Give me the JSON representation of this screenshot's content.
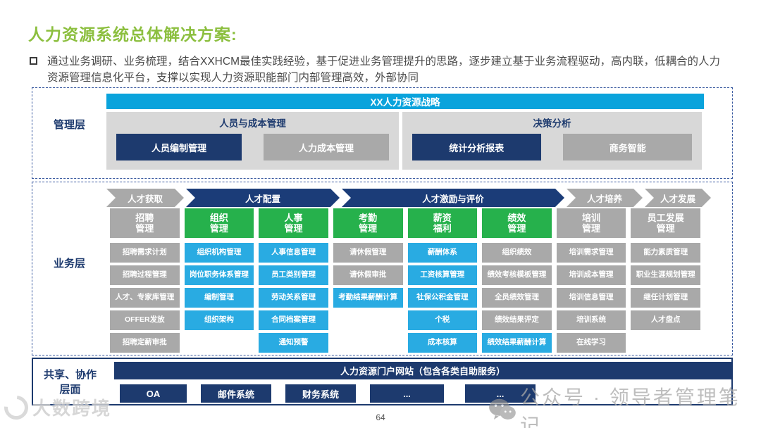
{
  "slide": {
    "title": "人力资源系统总体解决方案:",
    "bullet_text": "通过业务调研、业务梳理，结合XXHCM最佳实践经验，基于促进业务管理提升的思路，逐步建立基于业务流程驱动，高内联，低耦合的人力资源管理信息化平台，支撑以实现人力资源职能部门内部管理高效，外部协同",
    "page_number": "64"
  },
  "colors": {
    "title_green": "#8CBF3F",
    "navy": "#1d3a6e",
    "bright_blue": "#0aa3dc",
    "cell_cyan": "#29ABE2",
    "header_green": "#26B14C",
    "box_gray": "#a9a9a9",
    "panel_gray": "#d8d8d8",
    "dash_border_blue": "#3a5aa0"
  },
  "management_layer": {
    "label": "管理层",
    "banner": "XX人力资源战略",
    "groups": [
      {
        "title": "人员与成本管理",
        "items": [
          {
            "label": "人员编制管理",
            "style": "navy"
          },
          {
            "label": "人力成本管理",
            "style": "gray"
          }
        ]
      },
      {
        "title": "决策分析",
        "items": [
          {
            "label": "统计分析报表",
            "style": "navy"
          },
          {
            "label": "商务智能",
            "style": "gray"
          }
        ]
      }
    ]
  },
  "business_layer": {
    "label": "业务层",
    "arrows": [
      {
        "label": "人才获取",
        "style": "gray"
      },
      {
        "label": "人才配置",
        "style": "navy"
      },
      {
        "label": "人才激励与评价",
        "style": "navy"
      },
      {
        "label": "人才培养",
        "style": "gray"
      },
      {
        "label": "人才发展",
        "style": "gray"
      }
    ],
    "columns": [
      {
        "header": "招聘\n管理",
        "header_style": "gray",
        "cells": [
          {
            "label": "招聘需求计划",
            "style": "gray"
          },
          {
            "label": "招聘过程管理",
            "style": "gray"
          },
          {
            "label": "人才、专家库管理",
            "style": "gray"
          },
          {
            "label": "OFFER发放",
            "style": "gray"
          },
          {
            "label": "招聘定薪审批",
            "style": "gray"
          }
        ]
      },
      {
        "header": "组织\n管理",
        "header_style": "green",
        "cells": [
          {
            "label": "组织机构管理",
            "style": "cyan"
          },
          {
            "label": "岗位职务体系管理",
            "style": "cyan"
          },
          {
            "label": "编制管理",
            "style": "cyan"
          },
          {
            "label": "组织架构",
            "style": "cyan"
          }
        ]
      },
      {
        "header": "人事\n管理",
        "header_style": "green",
        "cells": [
          {
            "label": "人事信息管理",
            "style": "cyan"
          },
          {
            "label": "员工类别管理",
            "style": "cyan"
          },
          {
            "label": "劳动关系管理",
            "style": "cyan"
          },
          {
            "label": "合同档案管理",
            "style": "cyan"
          },
          {
            "label": "通知预警",
            "style": "cyan"
          }
        ]
      },
      {
        "header": "考勤\n管理",
        "header_style": "green",
        "cells": [
          {
            "label": "请休假管理",
            "style": "gray"
          },
          {
            "label": "请休假审批",
            "style": "gray"
          },
          {
            "label": "考勤结果薪酬计算",
            "style": "cyan"
          }
        ]
      },
      {
        "header": "薪资\n福利",
        "header_style": "green",
        "cells": [
          {
            "label": "薪酬体系",
            "style": "cyan"
          },
          {
            "label": "工资核算管理",
            "style": "cyan"
          },
          {
            "label": "社保公积金管理",
            "style": "cyan"
          },
          {
            "label": "个税",
            "style": "cyan"
          },
          {
            "label": "成本核算",
            "style": "cyan"
          }
        ]
      },
      {
        "header": "绩效\n管理",
        "header_style": "green",
        "cells": [
          {
            "label": "组织绩效",
            "style": "gray"
          },
          {
            "label": "绩效考核模板管理",
            "style": "gray"
          },
          {
            "label": "全员绩效管理",
            "style": "gray"
          },
          {
            "label": "绩效结果评定",
            "style": "gray"
          },
          {
            "label": "绩效结果薪酬计算",
            "style": "cyan"
          }
        ]
      },
      {
        "header": "培训\n管理",
        "header_style": "gray",
        "cells": [
          {
            "label": "培训需求管理",
            "style": "gray"
          },
          {
            "label": "培训成本管理",
            "style": "gray"
          },
          {
            "label": "培训信息管理",
            "style": "gray"
          },
          {
            "label": "培训系统",
            "style": "gray"
          },
          {
            "label": "在线学习",
            "style": "gray"
          }
        ]
      },
      {
        "header": "员工发展\n管理",
        "header_style": "gray",
        "cells": [
          {
            "label": "能力素质管理",
            "style": "gray"
          },
          {
            "label": "职业生涯规划管理",
            "style": "gray"
          },
          {
            "label": "继任计划管理",
            "style": "gray"
          },
          {
            "label": "人才盘点",
            "style": "gray"
          }
        ]
      }
    ]
  },
  "shared_layer": {
    "label": "共享、协作\n层面",
    "banner": "人力资源门户网站（包含各类自助服务）",
    "systems": [
      "OA",
      "邮件系统",
      "财务系统",
      "...",
      "..."
    ]
  },
  "watermarks": {
    "bottom_right": "公众号 · 领导者管理笔记",
    "bottom_left": "大数跨境"
  }
}
